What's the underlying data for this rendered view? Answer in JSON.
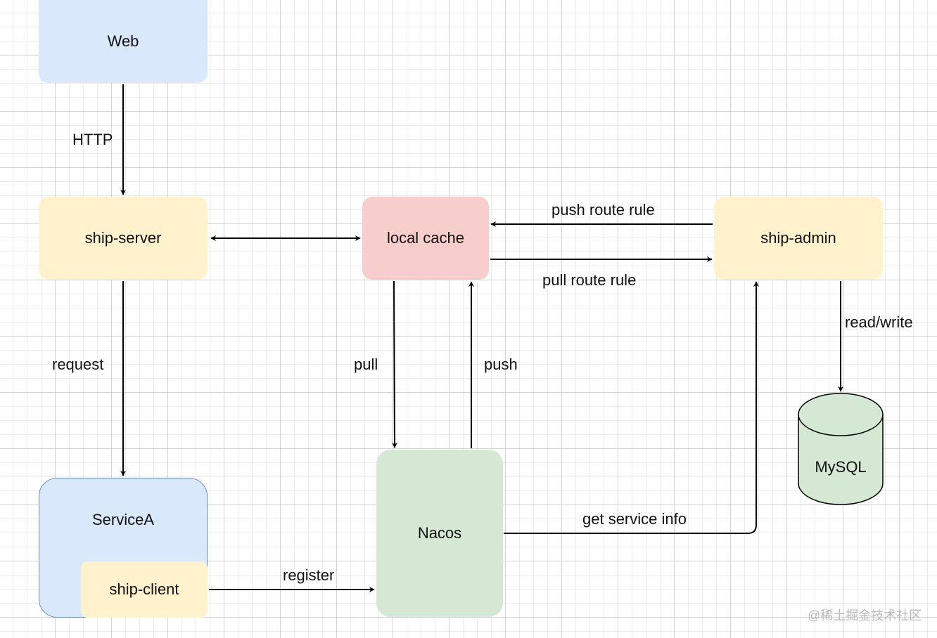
{
  "nodes": {
    "web": "Web",
    "ship_server": "ship-server",
    "local_cache": "local cache",
    "ship_admin": "ship-admin",
    "service_a": "ServiceA",
    "ship_client": "ship-client",
    "nacos": "Nacos",
    "mysql": "MySQL"
  },
  "edges": {
    "http": "HTTP",
    "request": "request",
    "pull": "pull",
    "push": "push",
    "push_route_rule": "push route rule",
    "pull_route_rule": "pull route rule",
    "read_write": "read/write",
    "register": "register",
    "get_service_info": "get service info"
  },
  "watermark": "@稀土掘金技术社区",
  "colors": {
    "blue_fill": "#dae8fc",
    "yellow_fill": "#fff2cc",
    "red_fill": "#f8cecc",
    "green_fill": "#d5e8d4",
    "blue_border": "#6c8ebf"
  }
}
